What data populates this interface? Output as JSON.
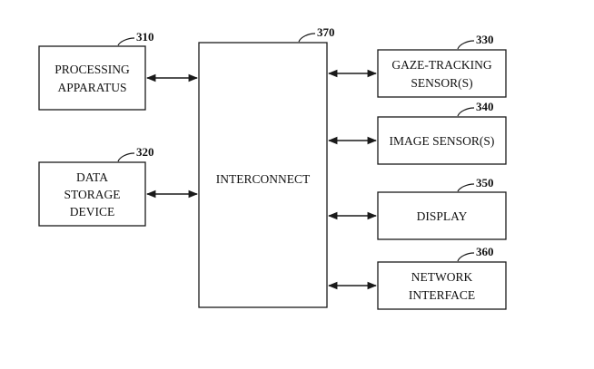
{
  "blocks": [
    {
      "id": "processing",
      "ref": "310",
      "lines": [
        "PROCESSING",
        "APPARATUS"
      ]
    },
    {
      "id": "storage",
      "ref": "320",
      "lines": [
        "DATA",
        "STORAGE",
        "DEVICE"
      ]
    },
    {
      "id": "interconnect",
      "ref": "370",
      "lines": [
        "INTERCONNECT"
      ]
    },
    {
      "id": "gaze",
      "ref": "330",
      "lines": [
        "GAZE-TRACKING",
        "SENSOR(S)"
      ]
    },
    {
      "id": "image",
      "ref": "340",
      "lines": [
        "IMAGE SENSOR(S)"
      ]
    },
    {
      "id": "display",
      "ref": "350",
      "lines": [
        "DISPLAY"
      ]
    },
    {
      "id": "network",
      "ref": "360",
      "lines": [
        "NETWORK",
        "INTERFACE"
      ]
    }
  ],
  "connections": [
    {
      "from": "processing",
      "to": "interconnect",
      "bidirectional": true
    },
    {
      "from": "storage",
      "to": "interconnect",
      "bidirectional": true
    },
    {
      "from": "interconnect",
      "to": "gaze",
      "bidirectional": true
    },
    {
      "from": "interconnect",
      "to": "image",
      "bidirectional": true
    },
    {
      "from": "interconnect",
      "to": "display",
      "bidirectional": true
    },
    {
      "from": "interconnect",
      "to": "network",
      "bidirectional": true
    }
  ],
  "colors": {
    "stroke": "#1a1a1a",
    "text": "#111111",
    "background": "#ffffff"
  }
}
